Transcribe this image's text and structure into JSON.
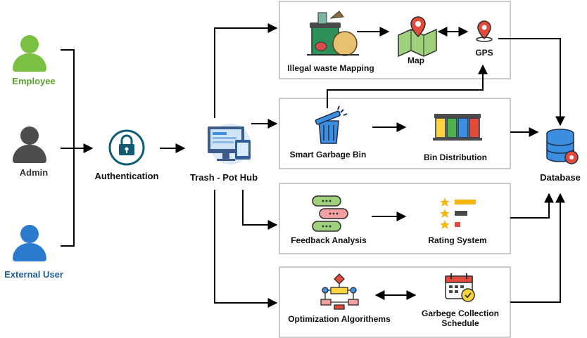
{
  "colors": {
    "employee": "#7ac143",
    "admin": "#4d4d4d",
    "external": "#2a7bd0",
    "line": "#000000",
    "box_border": "#9a9a9a"
  },
  "actors": {
    "employee": "Employee",
    "admin": "Admin",
    "external": "External User"
  },
  "nodes": {
    "authentication": "Authentication",
    "hub": "Trash -  Pot Hub",
    "database": "Database",
    "illegal_waste_mapping": "Illegal waste Mapping",
    "map": "Map",
    "gps": "GPS",
    "smart_bin": "Smart Garbage Bin",
    "bin_distribution": "Bin Distribution",
    "feedback_analysis": "Feedback Analysis",
    "rating_system": "Rating System",
    "optimization": "Optimization Algorithems",
    "schedule_line1": "Garbege Collection",
    "schedule_line2": "Schedule"
  },
  "icons": {
    "employee": "person-icon",
    "admin": "person-icon",
    "external": "person-icon",
    "authentication": "lock-icon",
    "hub": "monitor-icon",
    "illegal_waste": "overflowing-trash-icon",
    "map": "map-pin-icon",
    "gps": "location-pin-icon",
    "smart_bin": "trash-bin-icon",
    "bin_distribution": "recycling-bins-icon",
    "feedback": "chat-bubbles-icon",
    "rating": "star-rating-icon",
    "optimization": "flowchart-icon",
    "schedule": "calendar-check-icon",
    "database": "database-gear-icon"
  }
}
